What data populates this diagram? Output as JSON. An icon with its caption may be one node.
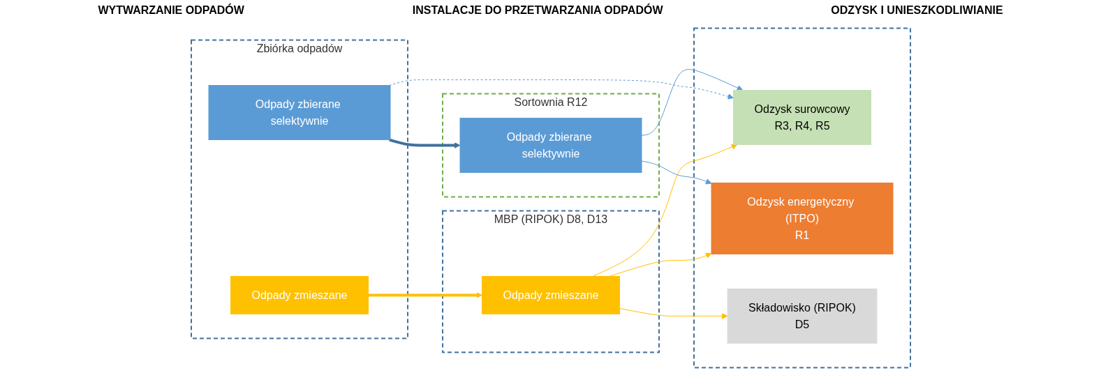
{
  "diagram": {
    "nodes": [
      {
        "text": [
          "Zbiórka odpadów"
        ]
      },
      {
        "text": [
          "Odpady zbierane selektywnie"
        ],
        "in": 0
      },
      {
        "text": [
          "Odpady zmieszane"
        ],
        "in": 0
      },
      {
        "text": [
          "Sortownia R12"
        ]
      },
      {
        "text": [
          "Odpady zbierane selektywnie"
        ],
        "in": 3
      },
      {
        "text": [
          "MBP (RIPOK) D8, D13"
        ]
      },
      {
        "text": [
          "Odpady zmieszane"
        ],
        "in": 5
      },
      {
        "text": [],
        "shape": "box"
      },
      {
        "text": [
          "Odzysk surowcowy",
          "R3, R4, R5"
        ],
        "in": 7
      },
      {
        "text": [
          "Odzysk energetyczny (ITPO)",
          "R1"
        ],
        "in": 7
      },
      {
        "text": [
          "Składowisko (RIPOK)",
          "D5"
        ],
        "in": 7
      }
    ],
    "edges": [
      {
        "from": 1,
        "to": 4,
        "arrow": "to",
        "style": "thick",
        "color": "#41719c"
      },
      {
        "from": 2,
        "to": 6,
        "arrow": "to",
        "style": "thick",
        "color": "#ffc000"
      },
      {
        "from": 4,
        "to": 8,
        "arrow": "to",
        "color": "#5b9bd5"
      },
      {
        "from": 4,
        "to": 9,
        "arrow": "to",
        "color": "#5b9bd5"
      },
      {
        "from": 1,
        "to": 8,
        "arrow": "to",
        "style": "dashed",
        "color": "#5b9bd5"
      },
      {
        "from": 6,
        "to": 8,
        "arrow": "to",
        "color": "#ffc000"
      },
      {
        "from": 6,
        "to": 9,
        "arrow": "to",
        "color": "#ffc000"
      },
      {
        "from": 6,
        "to": 10,
        "arrow": "to",
        "color": "#ffc000"
      }
    ],
    "labels": [
      "WYTWARZANIE ODPADÓW",
      "INSTALACJE DO PRZETWARZANIA ODPADÓW",
      "ODZYSK I UNIESZKODLIWIANIE"
    ]
  }
}
